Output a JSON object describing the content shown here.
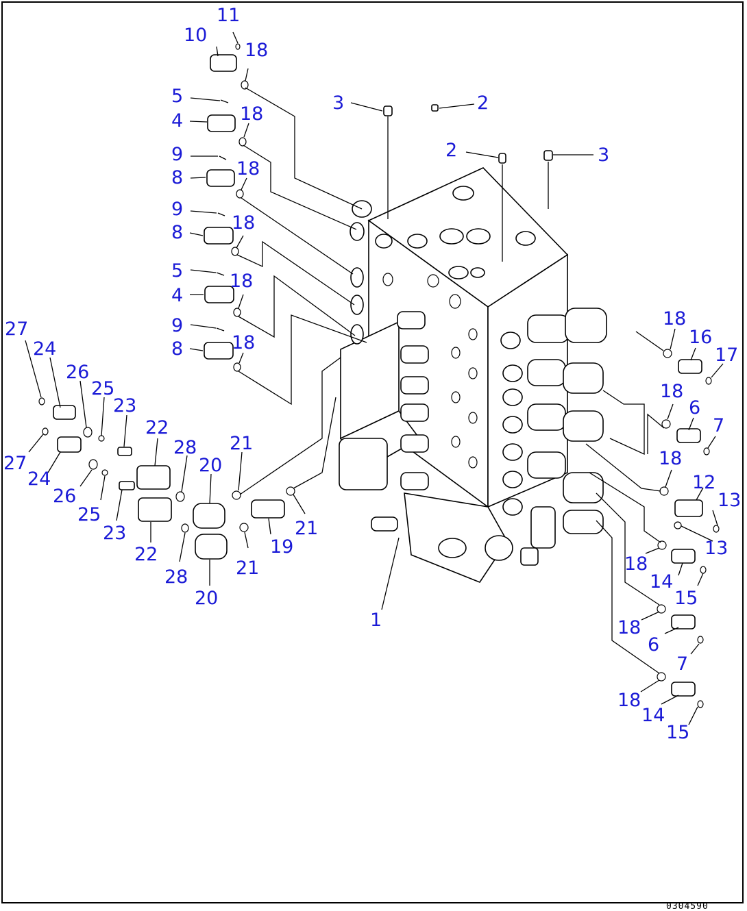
{
  "drawing": {
    "code": "0304590",
    "accent_color": "#1a1ad6",
    "line_color": "#000000"
  },
  "callouts": [
    {
      "id": "c11a",
      "text": "11"
    },
    {
      "id": "c10a",
      "text": "10"
    },
    {
      "id": "c18a",
      "text": "18"
    },
    {
      "id": "c5a",
      "text": "5"
    },
    {
      "id": "c4a",
      "text": "4"
    },
    {
      "id": "c18b",
      "text": "18"
    },
    {
      "id": "c9a",
      "text": "9"
    },
    {
      "id": "c8a",
      "text": "8"
    },
    {
      "id": "c18c",
      "text": "18"
    },
    {
      "id": "c9b",
      "text": "9"
    },
    {
      "id": "c8b",
      "text": "8"
    },
    {
      "id": "c18d",
      "text": "18"
    },
    {
      "id": "c5b",
      "text": "5"
    },
    {
      "id": "c4b",
      "text": "4"
    },
    {
      "id": "c18e",
      "text": "18"
    },
    {
      "id": "c9c",
      "text": "9"
    },
    {
      "id": "c8c",
      "text": "8"
    },
    {
      "id": "c18f",
      "text": "18"
    },
    {
      "id": "c3a",
      "text": "3"
    },
    {
      "id": "c2a",
      "text": "2"
    },
    {
      "id": "c2b",
      "text": "2"
    },
    {
      "id": "c3b",
      "text": "3"
    },
    {
      "id": "c27a",
      "text": "27"
    },
    {
      "id": "c24a",
      "text": "24"
    },
    {
      "id": "c26a",
      "text": "26"
    },
    {
      "id": "c25a",
      "text": "25"
    },
    {
      "id": "c23a",
      "text": "23"
    },
    {
      "id": "c22a",
      "text": "22"
    },
    {
      "id": "c28a",
      "text": "28"
    },
    {
      "id": "c20a",
      "text": "20"
    },
    {
      "id": "c21a",
      "text": "21"
    },
    {
      "id": "c27b",
      "text": "27"
    },
    {
      "id": "c24b",
      "text": "24"
    },
    {
      "id": "c26b",
      "text": "26"
    },
    {
      "id": "c25b",
      "text": "25"
    },
    {
      "id": "c23b",
      "text": "23"
    },
    {
      "id": "c22b",
      "text": "22"
    },
    {
      "id": "c28b",
      "text": "28"
    },
    {
      "id": "c20b",
      "text": "20"
    },
    {
      "id": "c21b",
      "text": "21"
    },
    {
      "id": "c19",
      "text": "19"
    },
    {
      "id": "c21c",
      "text": "21"
    },
    {
      "id": "c1",
      "text": "1"
    },
    {
      "id": "c18g",
      "text": "18"
    },
    {
      "id": "c16",
      "text": "16"
    },
    {
      "id": "c17",
      "text": "17"
    },
    {
      "id": "c18h",
      "text": "18"
    },
    {
      "id": "c6a",
      "text": "6"
    },
    {
      "id": "c7a",
      "text": "7"
    },
    {
      "id": "c18i",
      "text": "18"
    },
    {
      "id": "c12",
      "text": "12"
    },
    {
      "id": "c13a",
      "text": "13"
    },
    {
      "id": "c13b",
      "text": "13"
    },
    {
      "id": "c18j",
      "text": "18"
    },
    {
      "id": "c14a",
      "text": "14"
    },
    {
      "id": "c15a",
      "text": "15"
    },
    {
      "id": "c18k",
      "text": "18"
    },
    {
      "id": "c6b",
      "text": "6"
    },
    {
      "id": "c7b",
      "text": "7"
    },
    {
      "id": "c18l",
      "text": "18"
    },
    {
      "id": "c14b",
      "text": "14"
    },
    {
      "id": "c15b",
      "text": "15"
    }
  ]
}
